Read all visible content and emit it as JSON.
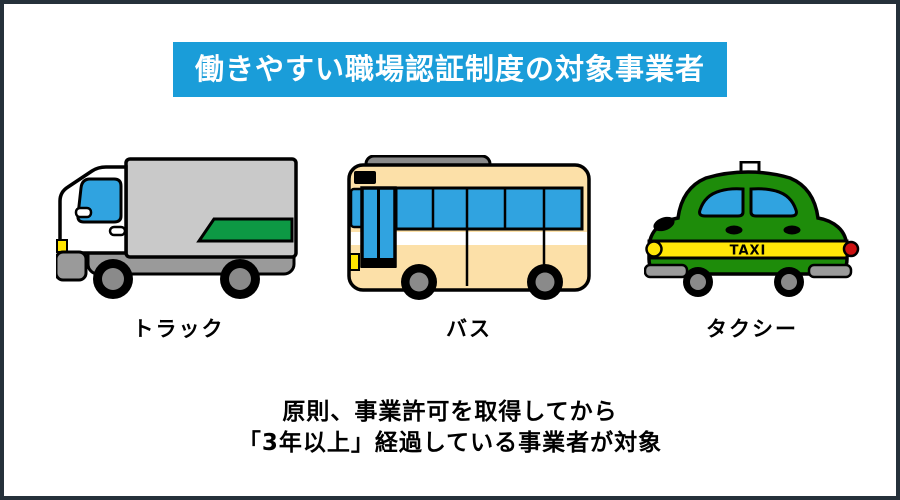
{
  "banner": {
    "text": "働きやすい職場認証制度の対象事業者"
  },
  "vehicles": {
    "truck": {
      "label": "トラック"
    },
    "bus": {
      "label": "バス"
    },
    "taxi": {
      "label": "タクシー",
      "sign_text": "TAXI"
    }
  },
  "footer": {
    "line1": "原則、事業許可を取得してから",
    "line2": "「3年以上」経過している事業者が対象"
  },
  "colors": {
    "frame_border": "#25313a",
    "background": "#ffffff",
    "banner_bg": "#1a9dd9",
    "banner_text": "#ffffff",
    "outline_black": "#000000",
    "window_blue": "#30a3e0",
    "truck_box_gray": "#c9c9c9",
    "truck_stripe_green": "#0d9944",
    "chassis_gray": "#9a9a9a",
    "bus_body_cream": "#fce0a8",
    "roof_gray": "#8a8a8a",
    "taxi_body_green": "#1e8c0a",
    "stripe_yellow": "#ffe608",
    "headlight_yellow": "#ffe400",
    "taillight_red": "#cc1111",
    "wheel_hub_gray": "#8a8a8a"
  }
}
